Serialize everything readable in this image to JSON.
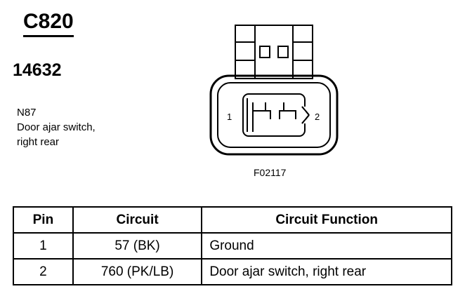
{
  "connector": {
    "id": "C820",
    "part_number": "14632",
    "location_code": "N87",
    "description_lines": [
      "Door ajar switch,",
      "right rear"
    ]
  },
  "figure": {
    "pin_labels": [
      "1",
      "2"
    ],
    "code": "F02117"
  },
  "table": {
    "headers": [
      "Pin",
      "Circuit",
      "Circuit Function"
    ],
    "rows": [
      {
        "pin": "1",
        "circuit": "57 (BK)",
        "function": "Ground"
      },
      {
        "pin": "2",
        "circuit": "760 (PK/LB)",
        "function": "Door ajar switch, right rear"
      }
    ]
  }
}
